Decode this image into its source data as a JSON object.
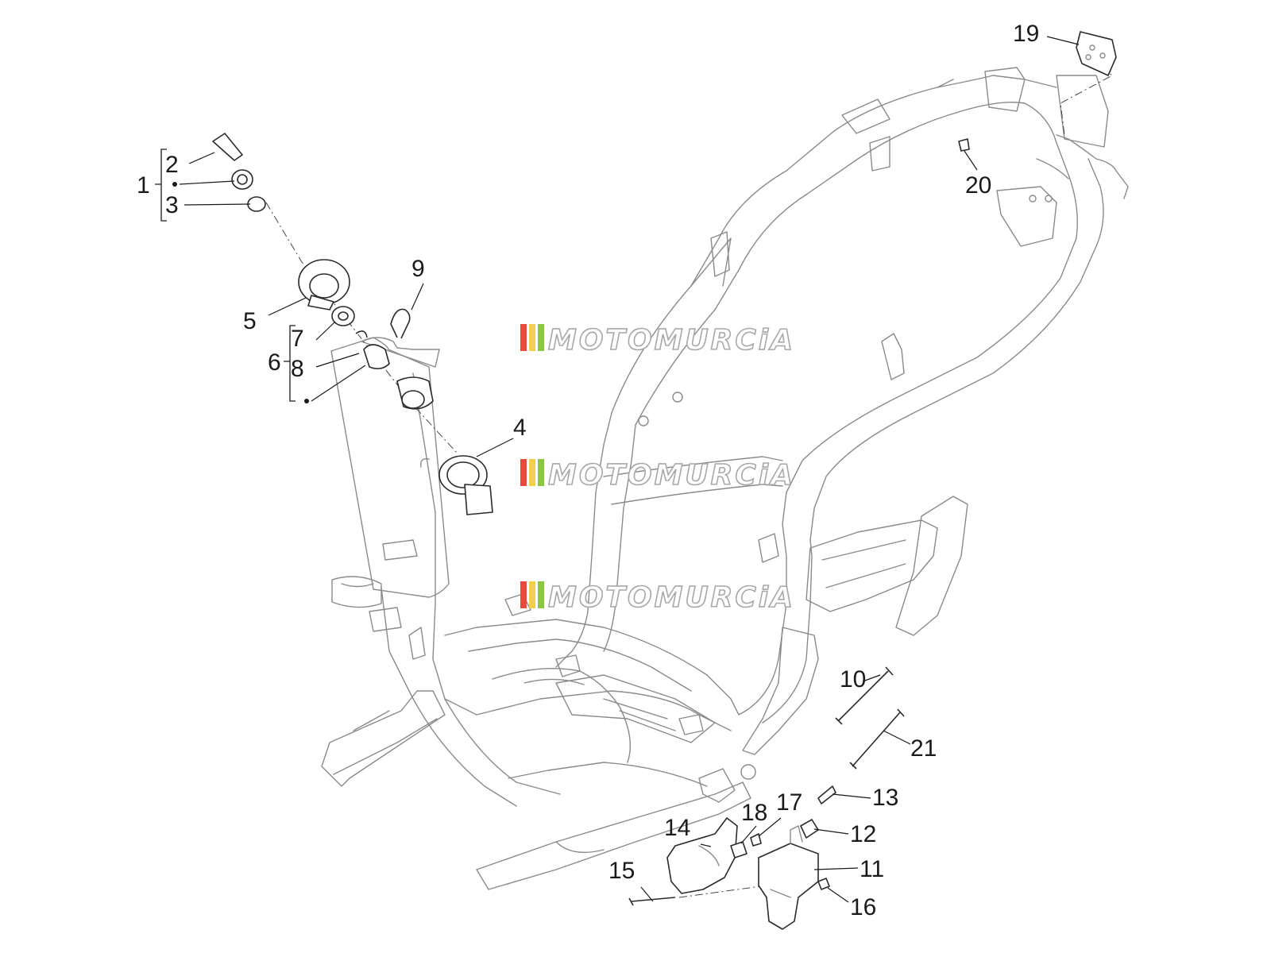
{
  "callouts": [
    {
      "id": "c1",
      "label": "1"
    },
    {
      "id": "c2",
      "label": "2"
    },
    {
      "id": "c3",
      "label": "3"
    },
    {
      "id": "c4",
      "label": "4"
    },
    {
      "id": "c5",
      "label": "5"
    },
    {
      "id": "c6",
      "label": "6"
    },
    {
      "id": "c7",
      "label": "7"
    },
    {
      "id": "c8",
      "label": "8"
    },
    {
      "id": "c9",
      "label": "9"
    },
    {
      "id": "c10",
      "label": "10"
    },
    {
      "id": "c11",
      "label": "11"
    },
    {
      "id": "c12",
      "label": "12"
    },
    {
      "id": "c13",
      "label": "13"
    },
    {
      "id": "c14",
      "label": "14"
    },
    {
      "id": "c15",
      "label": "15"
    },
    {
      "id": "c16",
      "label": "16"
    },
    {
      "id": "c17",
      "label": "17"
    },
    {
      "id": "c18",
      "label": "18"
    },
    {
      "id": "c19",
      "label": "19"
    },
    {
      "id": "c20",
      "label": "20"
    },
    {
      "id": "c21",
      "label": "21"
    }
  ],
  "watermark": {
    "text": "MOTOMURCiA",
    "stripe_colors": [
      "#e84a3c",
      "#f2d04a",
      "#8cc63f"
    ]
  },
  "colors": {
    "frame_line": "#8a8a8a",
    "part_line": "#2a2a2a",
    "label": "#1a1a1a"
  }
}
